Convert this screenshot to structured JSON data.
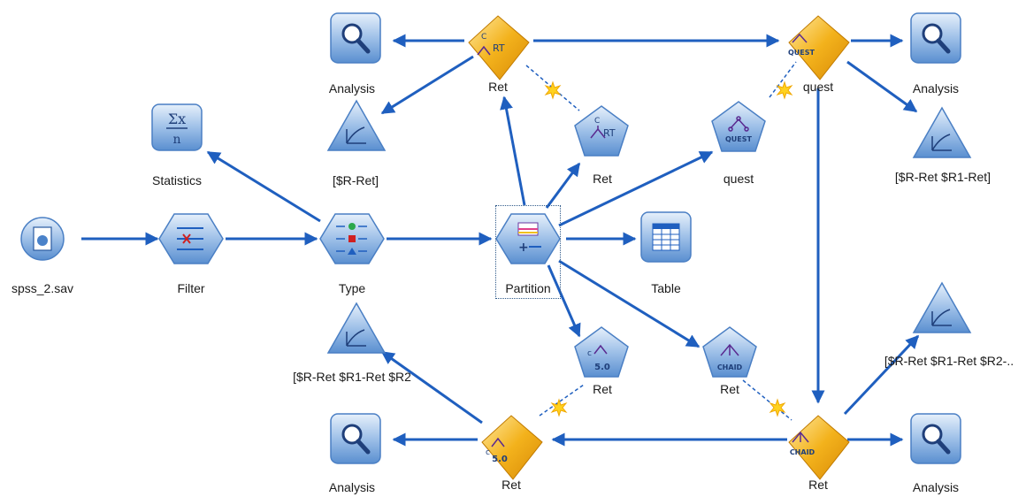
{
  "nodes": {
    "spss_source": {
      "label": "spss_2.sav",
      "icon": "spss-file-icon"
    },
    "filter": {
      "label": "Filter",
      "icon": "filter-icon"
    },
    "type": {
      "label": "Type",
      "icon": "type-icon"
    },
    "statistics": {
      "label": "Statistics",
      "icon": "sigma-icon"
    },
    "partition": {
      "label": "Partition",
      "icon": "partition-icon"
    },
    "table": {
      "label": "Table",
      "icon": "table-icon"
    },
    "cart_model_builder": {
      "label": "Ret",
      "icon": "cart-icon",
      "badge": "RT"
    },
    "quest_model_builder": {
      "label": "quest",
      "icon": "quest-icon",
      "badge": "QUEST"
    },
    "c50_model_builder": {
      "label": "Ret",
      "icon": "c50-icon",
      "badge": "5.0"
    },
    "chaid_model_builder": {
      "label": "Ret",
      "icon": "chaid-icon",
      "badge": "CHAID"
    },
    "cart_nugget": {
      "label": "Ret",
      "icon": "cart-nugget-icon",
      "badge": "RT"
    },
    "quest_nugget": {
      "label": "quest",
      "icon": "quest-nugget-icon",
      "badge": "QUEST"
    },
    "c50_nugget": {
      "label": "Ret",
      "icon": "c50-nugget-icon",
      "badge": "5.0"
    },
    "chaid_nugget": {
      "label": "Ret",
      "icon": "chaid-nugget-icon",
      "badge": "CHAID"
    },
    "analysis_top_left": {
      "label": "Analysis",
      "icon": "magnifier-icon"
    },
    "analysis_top_right": {
      "label": "Analysis",
      "icon": "magnifier-icon"
    },
    "analysis_bottom_left": {
      "label": "Analysis",
      "icon": "magnifier-icon"
    },
    "analysis_bottom_right": {
      "label": "Analysis",
      "icon": "magnifier-icon"
    },
    "eval_top_left": {
      "label": "[$R-Ret]",
      "icon": "evaluation-icon"
    },
    "eval_top_right": {
      "label": "[$R-Ret $R1-Ret]",
      "icon": "evaluation-icon"
    },
    "eval_bottom_left": {
      "label": "[$R-Ret $R1-Ret $R2",
      "icon": "evaluation-icon"
    },
    "eval_bottom_right": {
      "label": "[$R-Ret $R1-Ret $R2-..",
      "icon": "evaluation-icon"
    }
  },
  "colors": {
    "arrow": "#1f5fbf",
    "node_blue": "#5b8fd0",
    "node_light": "#cfe0f4",
    "nugget_gold": "#f0b21f",
    "spark": "#ffd21f"
  }
}
